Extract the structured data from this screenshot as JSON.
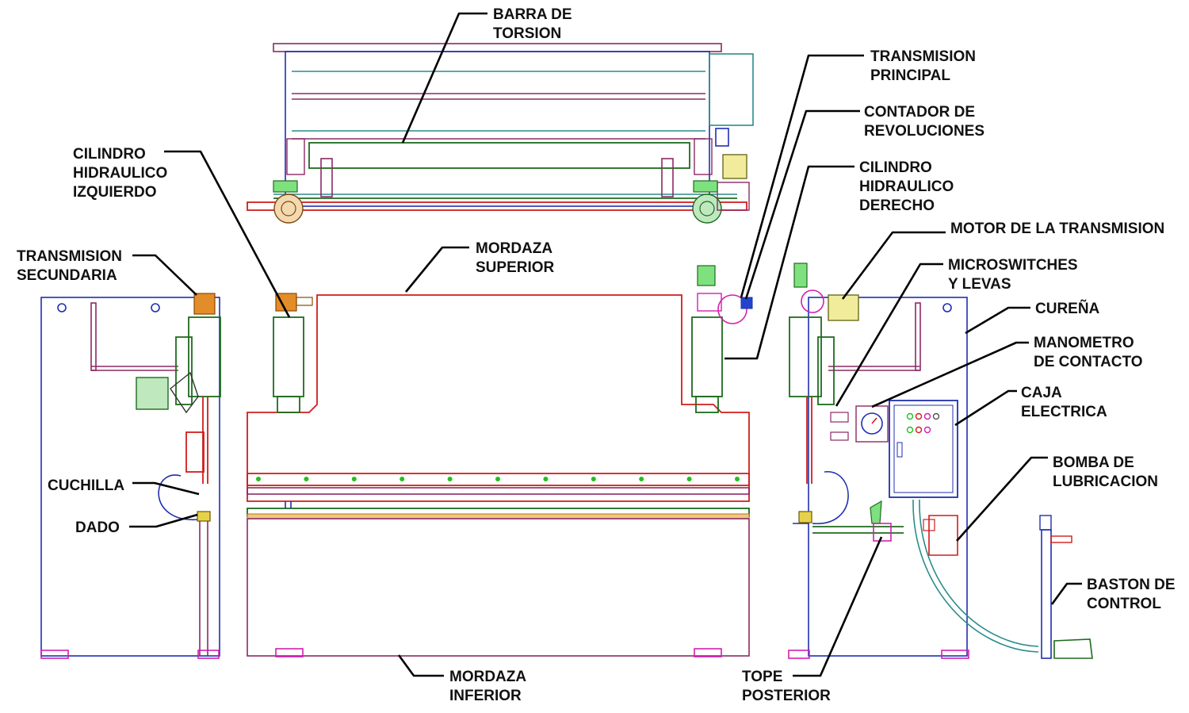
{
  "labels": {
    "barra_torsion": [
      "BARRA DE",
      "TORSION"
    ],
    "transmision_principal": [
      "TRANSMISION",
      "PRINCIPAL"
    ],
    "contador_revoluciones": [
      "CONTADOR DE",
      "REVOLUCIONES"
    ],
    "cilindro_derecho": [
      "CILINDRO",
      "HIDRAULICO",
      "DERECHO"
    ],
    "cilindro_izquierdo": [
      "CILINDRO",
      "HIDRAULICO",
      "IZQUIERDO"
    ],
    "motor_transmision": [
      "MOTOR DE LA TRANSMISION"
    ],
    "transmision_secundaria": [
      "TRANSMISION",
      "SECUNDARIA"
    ],
    "mordaza_superior": [
      "MORDAZA",
      "SUPERIOR"
    ],
    "microswitches": [
      "MICROSWITCHES",
      "Y LEVAS"
    ],
    "curena": [
      "CUREÑA"
    ],
    "manometro": [
      "MANOMETRO",
      "DE CONTACTO"
    ],
    "caja_electrica": [
      "CAJA",
      "ELECTRICA"
    ],
    "bomba_lubricacion": [
      "BOMBA DE",
      "LUBRICACION"
    ],
    "cuchilla": [
      "CUCHILLA"
    ],
    "dado": [
      "DADO"
    ],
    "baston_control": [
      "BASTON DE",
      "CONTROL"
    ],
    "mordaza_inferior": [
      "MORDAZA",
      "INFERIOR"
    ],
    "tope_posterior": [
      "TOPE",
      "POSTERIOR"
    ]
  },
  "colors": {
    "frame": "#1f2fb0",
    "upper_jaw": "#d11d1d",
    "cylinders": "#1e6b1e",
    "lower_jaw": "#8a2a64",
    "transmission": "#e38c2a",
    "leader": "#000000"
  }
}
